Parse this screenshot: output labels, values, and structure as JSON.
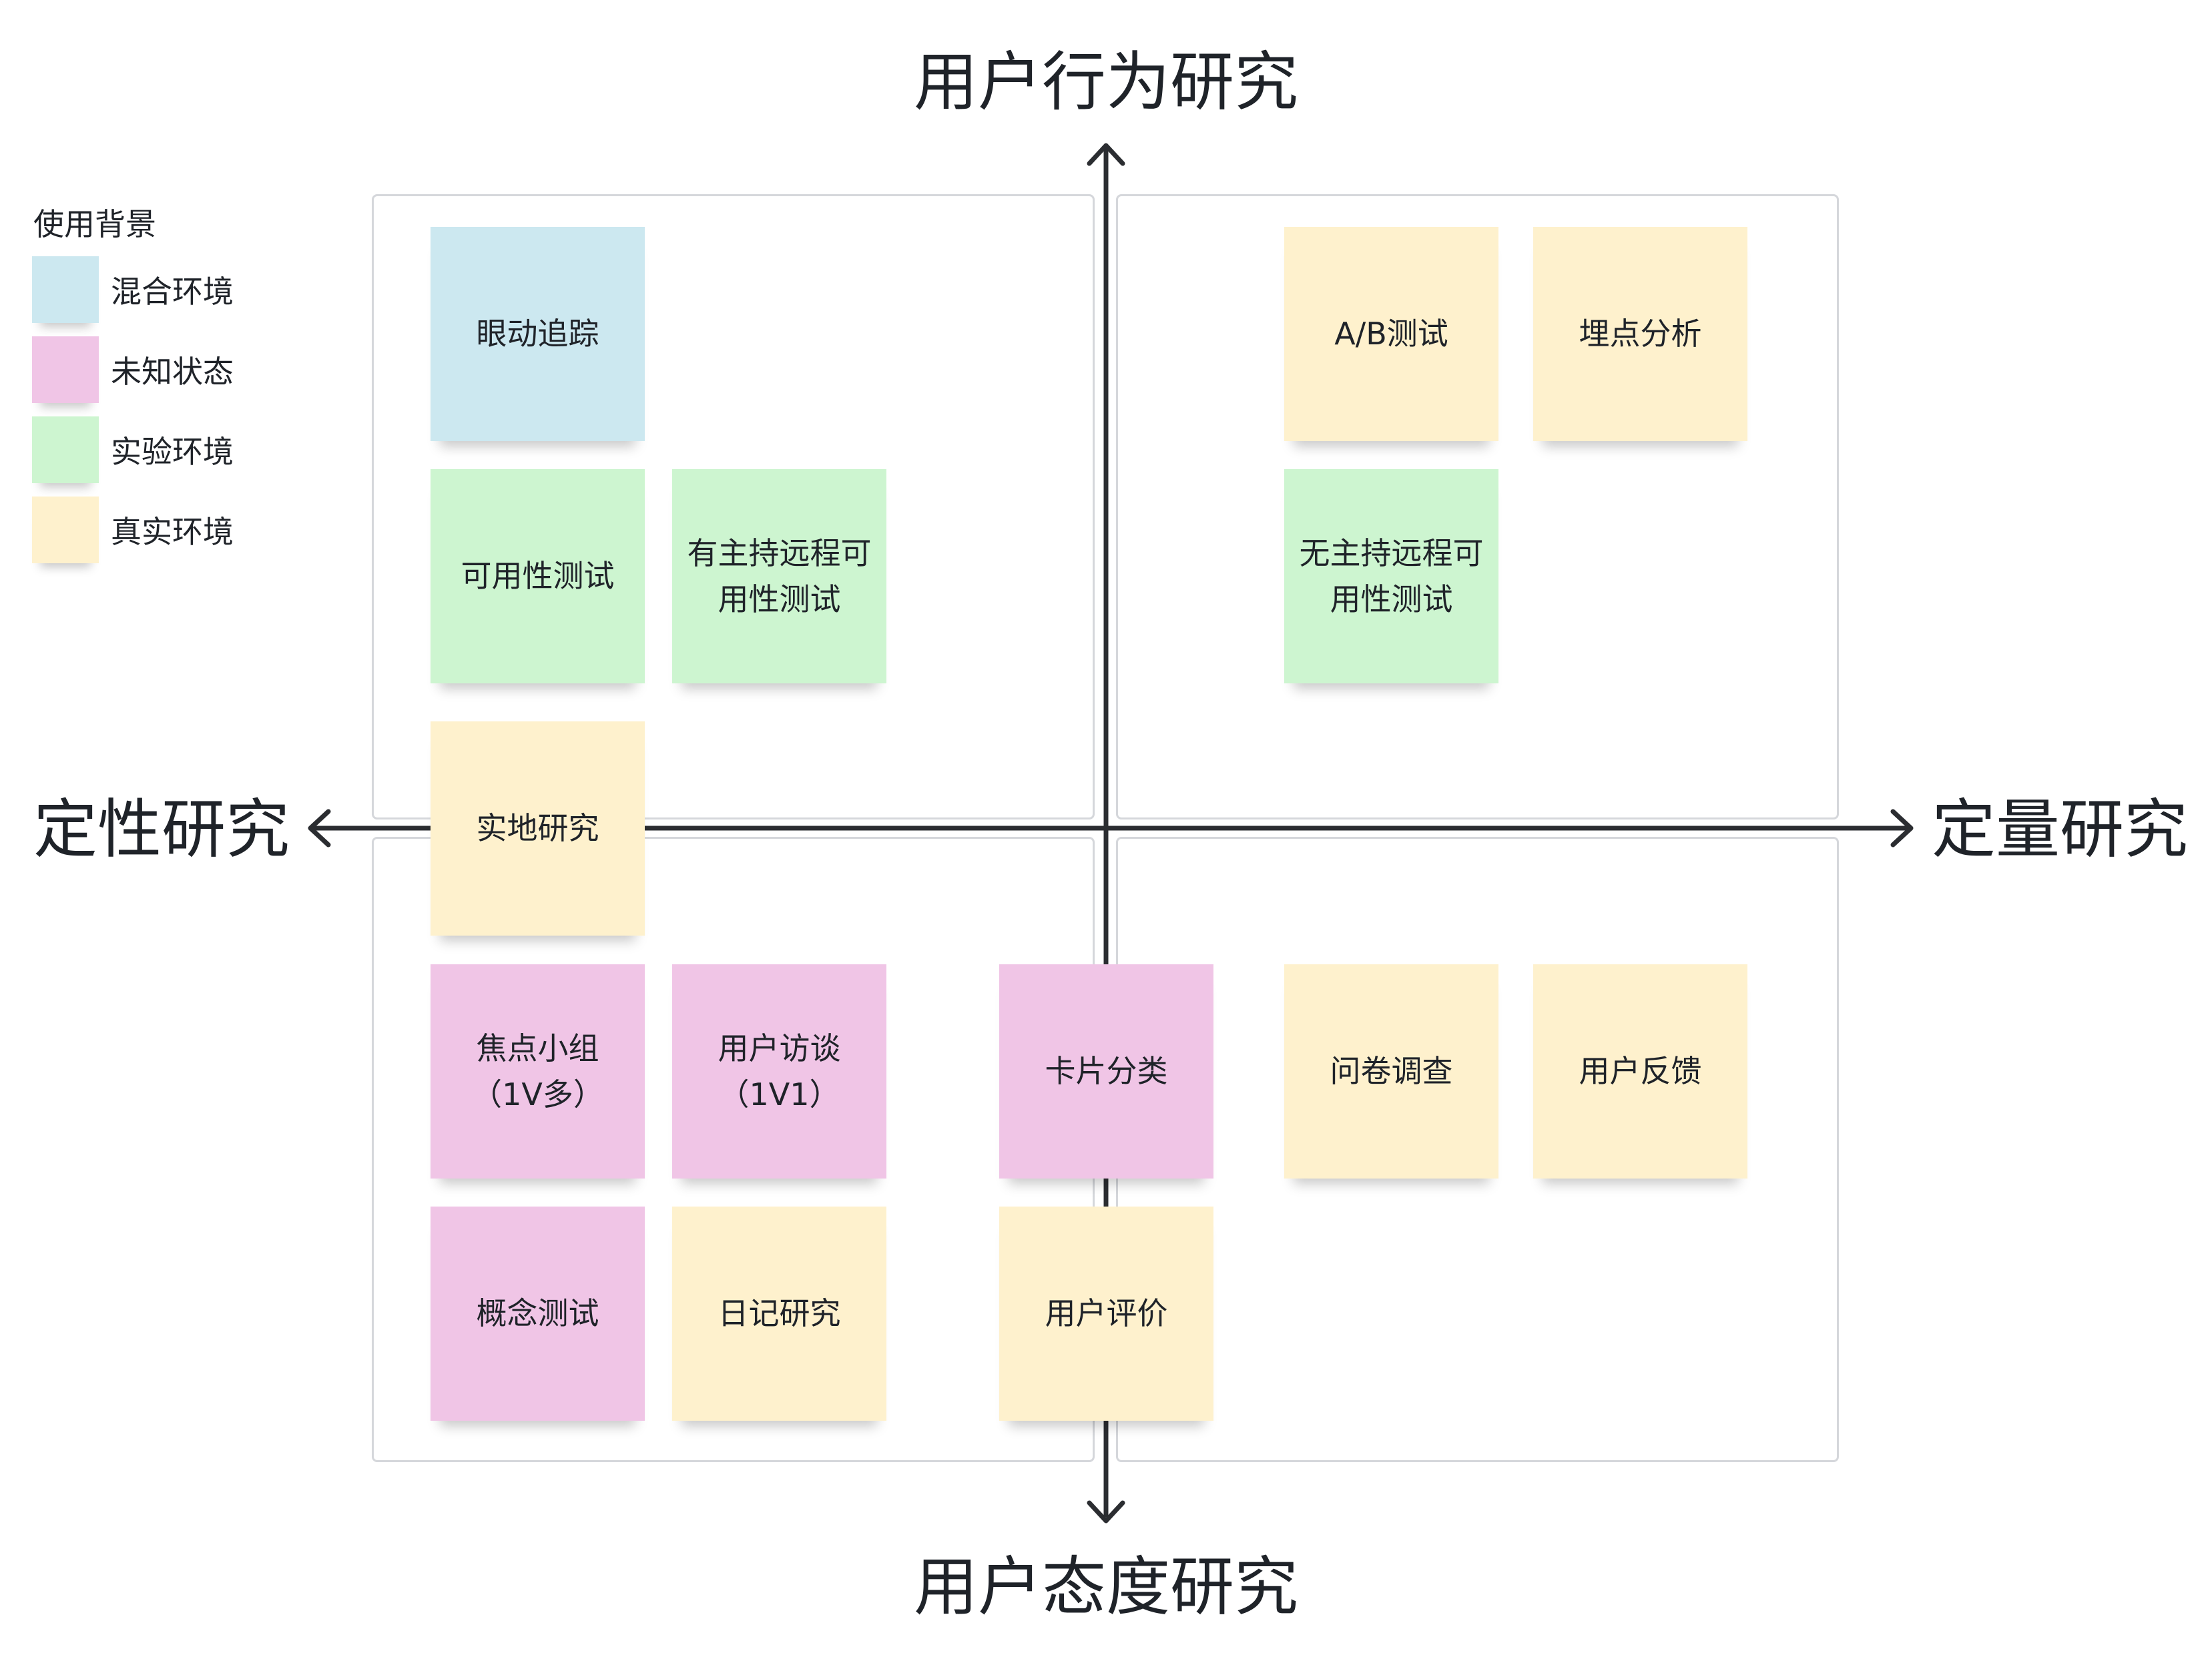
{
  "axes": {
    "top": "用户行为研究",
    "bottom": "用户态度研究",
    "left": "定性研究",
    "right": "定量研究"
  },
  "legend": {
    "title": "使用背景",
    "items": [
      {
        "key": "mixed",
        "label": "混合环境",
        "color": "#cce8f0"
      },
      {
        "key": "unknown",
        "label": "未知状态",
        "color": "#f0c5e6"
      },
      {
        "key": "lab",
        "label": "实验环境",
        "color": "#cdf5d0"
      },
      {
        "key": "real",
        "label": "真实环境",
        "color": "#fef1cd"
      }
    ]
  },
  "notes": [
    {
      "label": "眼动追踪",
      "context": "mixed"
    },
    {
      "label": "可用性测试",
      "context": "lab"
    },
    {
      "label": "有主持远程可\n用性测试",
      "context": "lab"
    },
    {
      "label": "实地研究",
      "context": "real"
    },
    {
      "label": "A/B测试",
      "context": "real"
    },
    {
      "label": "埋点分析",
      "context": "real"
    },
    {
      "label": "无主持远程可\n用性测试",
      "context": "lab"
    },
    {
      "label": "焦点小组\n（1V多）",
      "context": "unknown"
    },
    {
      "label": "用户访谈\n（1V1）",
      "context": "unknown"
    },
    {
      "label": "卡片分类",
      "context": "unknown"
    },
    {
      "label": "问卷调查",
      "context": "real"
    },
    {
      "label": "用户反馈",
      "context": "real"
    },
    {
      "label": "概念测试",
      "context": "unknown"
    },
    {
      "label": "日记研究",
      "context": "real"
    },
    {
      "label": "用户评价",
      "context": "real"
    }
  ]
}
